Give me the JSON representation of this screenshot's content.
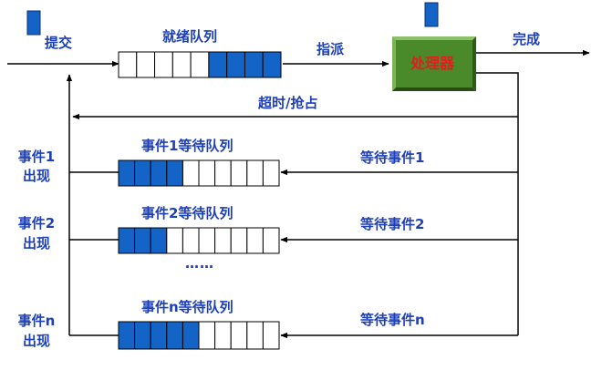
{
  "labels": {
    "submit": "提交",
    "ready_queue": "就绪队列",
    "dispatch": "指派",
    "processor": "处理器",
    "complete": "完成",
    "timeout_preempt": "超时/抢占",
    "event1_queue": "事件1等待队列",
    "event2_queue": "事件2等待队列",
    "eventn_queue": "事件n等待队列",
    "wait_event1": "等待事件1",
    "wait_event2": "等待事件2",
    "wait_eventn": "等待事件n",
    "event1_occurs_l1": "事件1",
    "event1_occurs_l2": "出现",
    "event2_occurs_l1": "事件2",
    "event2_occurs_l2": "出现",
    "eventn_occurs_l1": "事件n",
    "eventn_occurs_l2": "出现",
    "ellipsis": "……"
  },
  "queues": {
    "ready": {
      "total_cells": 9,
      "filled_cells": 4,
      "filled_side": "right"
    },
    "event1": {
      "total_cells": 10,
      "filled_cells": 4,
      "filled_side": "left"
    },
    "event2": {
      "total_cells": 10,
      "filled_cells": 3,
      "filled_side": "left"
    },
    "eventn": {
      "total_cells": 10,
      "filled_cells": 5,
      "filled_side": "left"
    }
  },
  "colors": {
    "text": "#1d3fb8",
    "processor_text": "#e01e1e",
    "filled_cell": "#1464c8",
    "processor_fill": "#4b8a2a",
    "line": "#000000"
  }
}
